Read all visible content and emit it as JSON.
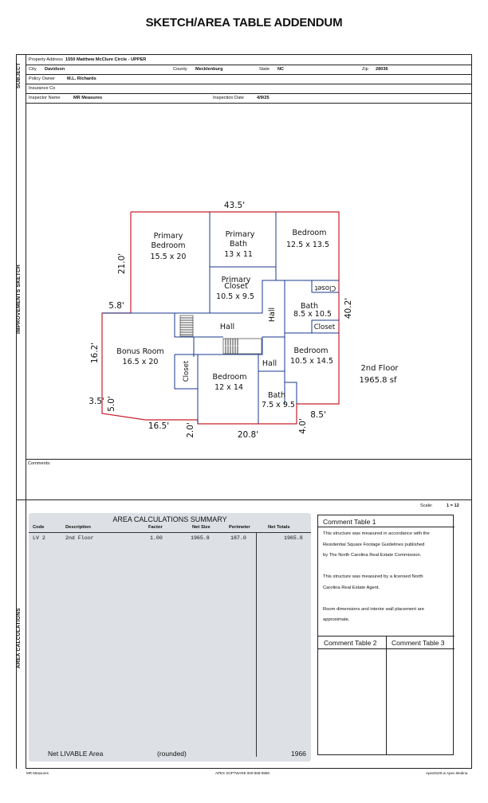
{
  "title": "SKETCH/AREA TABLE ADDENDUM",
  "sections": {
    "subject": "SUBJECT",
    "sketch": "IMPROVEMENTS SKETCH",
    "calculations": "AREA CALCULATIONS"
  },
  "subject": {
    "property_address_label": "Property Address",
    "property_address": "1550 Matthew McClure Circle - UPPER",
    "city_label": "City",
    "city": "Davidson",
    "county_label": "County",
    "county": "Mecklenburg",
    "state_label": "State",
    "state": "NC",
    "zip_label": "Zip",
    "zip": "28036",
    "policy_owner_label": "Policy Owner",
    "policy_owner": "M.L. Richards",
    "insurance_label": "Insurance Co",
    "inspector_label": "Inspector Name",
    "inspector": "MR Measures",
    "inspection_date_label": "Inspection Date",
    "inspection_date": "4/9/25"
  },
  "sketch": {
    "rooms": {
      "primary_bedroom": [
        "Primary",
        "Bedroom",
        "15.5 x 20"
      ],
      "primary_bath": [
        "Primary",
        "Bath",
        "13 x 11"
      ],
      "bedroom1": [
        "Bedroom",
        "12.5 x 13.5"
      ],
      "primary_closet": [
        "Primary",
        "Closet",
        "10.5 x 9.5"
      ],
      "closet_a": "Closet",
      "bath_a": [
        "Bath",
        "8.5 x 10.5"
      ],
      "closet_b": "Closet",
      "hall1": "Hall",
      "hall2": "Hall",
      "hall3": "Hall",
      "bonus_room": [
        "Bonus Room",
        "16.5 x 20"
      ],
      "bedroom2": [
        "Bedroom",
        "10.5 x 14.5"
      ],
      "closet_c": "Closet",
      "bedroom3": [
        "Bedroom",
        "12 x 14"
      ],
      "bath_b": [
        "Bath",
        "7.5 x 9.5"
      ]
    },
    "dimensions": {
      "top": "43.5'",
      "left_upper": "21.0'",
      "step": "5.8'",
      "left_mid": "16.2'",
      "left_lower_a": "3.5'",
      "left_lower_b": "5.0'",
      "bottom_left": "16.5'",
      "bottom_step": "2.0'",
      "bottom_mid": "20.8'",
      "bottom_right_step": "4.0'",
      "bottom_right": "8.5'",
      "right": "40.2'"
    },
    "floor_label": "2nd Floor",
    "floor_area": "1965.8 sf"
  },
  "comments_label": "Comments:",
  "scale_label": "Scale:",
  "scale_value": "1 = 12",
  "area_summary": {
    "title": "AREA  CALCULATIONS  SUMMARY",
    "columns": [
      "Code",
      "Description",
      "Factor",
      "Net Size",
      "Perimeter",
      "Net Totals"
    ],
    "rows": [
      {
        "code": "LV 2",
        "description": "2nd Floor",
        "factor": "1.00",
        "net_size": "1965.8",
        "perimeter": "187.0",
        "net_totals": "1965.8"
      }
    ],
    "footer_label": "Net LIVABLE Area",
    "footer_rounded": "(rounded)",
    "footer_total": "1966"
  },
  "comment_table_1": {
    "title": "Comment Table 1",
    "paragraphs": [
      [
        "This structure was measured in accordance with the",
        "Residential Square Footage Guidelines published",
        "by The North Carolina Real Estate Commission."
      ],
      [
        "This structure was measured by a licensed North",
        "Carolina Real Estate Agent."
      ],
      [
        "Room dimensions and interior wall placement are",
        "approximate."
      ]
    ]
  },
  "comment_table_2": "Comment Table 2",
  "comment_table_3": "Comment Table 3",
  "footer": {
    "left": "MR Measures",
    "center": "APEX SOFTWARE 800-858-9958",
    "right": "Apex8100-w Apex Medina"
  }
}
